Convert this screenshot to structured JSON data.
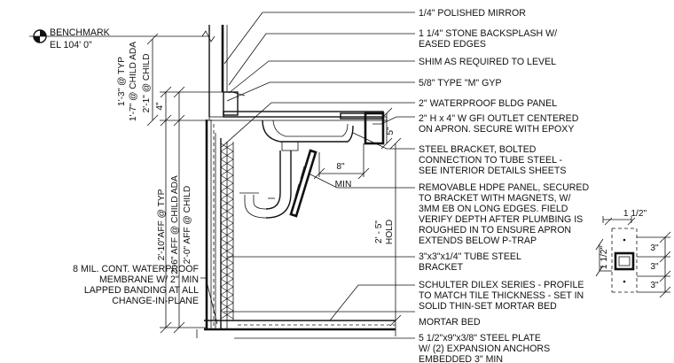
{
  "benchmark": {
    "label": "BENCHMARK",
    "elevation": "EL 104' 0\""
  },
  "callouts": [
    [
      "1/4\" POLISHED MIRROR"
    ],
    [
      "1 1/4\" STONE BACKSPLASH W/",
      "EASED EDGES"
    ],
    [
      "SHIM AS REQUIRED TO LEVEL"
    ],
    [
      "5/8\" TYPE \"M\" GYP"
    ],
    [
      "2\" WATERPROOF BLDG PANEL"
    ],
    [
      "2\" H x 4\" W GFI OUTLET CENTERED",
      "ON APRON. SECURE WITH EPOXY"
    ],
    [
      "STEEL BRACKET, BOLTED",
      "CONNECTION TO TUBE STEEL -",
      "SEE INTERIOR DETAILS SHEETS"
    ],
    [
      "REMOVABLE HDPE PANEL, SECURED",
      "TO BRACKET WITH MAGNETS, W/",
      "3MM EB ON LONG EDGES. FIELD",
      "VERIFY DEPTH AFTER PLUMBING IS",
      "ROUGHED IN TO ENSURE APRON",
      "EXTENDS BELOW P-TRAP"
    ],
    [
      "3\"x3\"x1/4\" TUBE STEEL",
      "BRACKET"
    ],
    [
      "SCHULTER DILEX SERIES - PROFILE",
      "TO MATCH TILE THICKNESS - SET IN",
      "SOLID THIN-SET MORTAR BED"
    ],
    [
      "MORTAR BED"
    ],
    [
      "5 1/2\"x9\"x3/8\" STEEL PLATE",
      "W/ (2) EXPANSION ANCHORS",
      "EMBEDDED 3\" MIN"
    ]
  ],
  "left_note": [
    "8 MIL. CONT. WATERPROOF",
    "MEMBRANE W/ 2\" MIN",
    "LAPPED BANDING AT ALL",
    "CHANGE-IN-PLANE"
  ],
  "dimensions": {
    "upper_ada": [
      "1'-3\" @ TYP",
      "1'-7\" @ CHILD ADA"
    ],
    "upper_child": "2'-1\" @ CHILD",
    "four_in": "4\"",
    "lower_ada": [
      "2'-10\"AFF @ TYP",
      "2'-6\" AFF @ CHILD ADA"
    ],
    "lower_child": "2'-0\" AFF @ CHILD",
    "five_in": "5\"",
    "eight_in": "8\"",
    "min": "MIN",
    "hold_dim": "2' - 5\"",
    "hold": "HOLD",
    "plate_width": "1 1/2\"",
    "plate_side": "1 1/2\"",
    "plate_right": [
      "3\"",
      "3\"",
      "3\""
    ]
  }
}
